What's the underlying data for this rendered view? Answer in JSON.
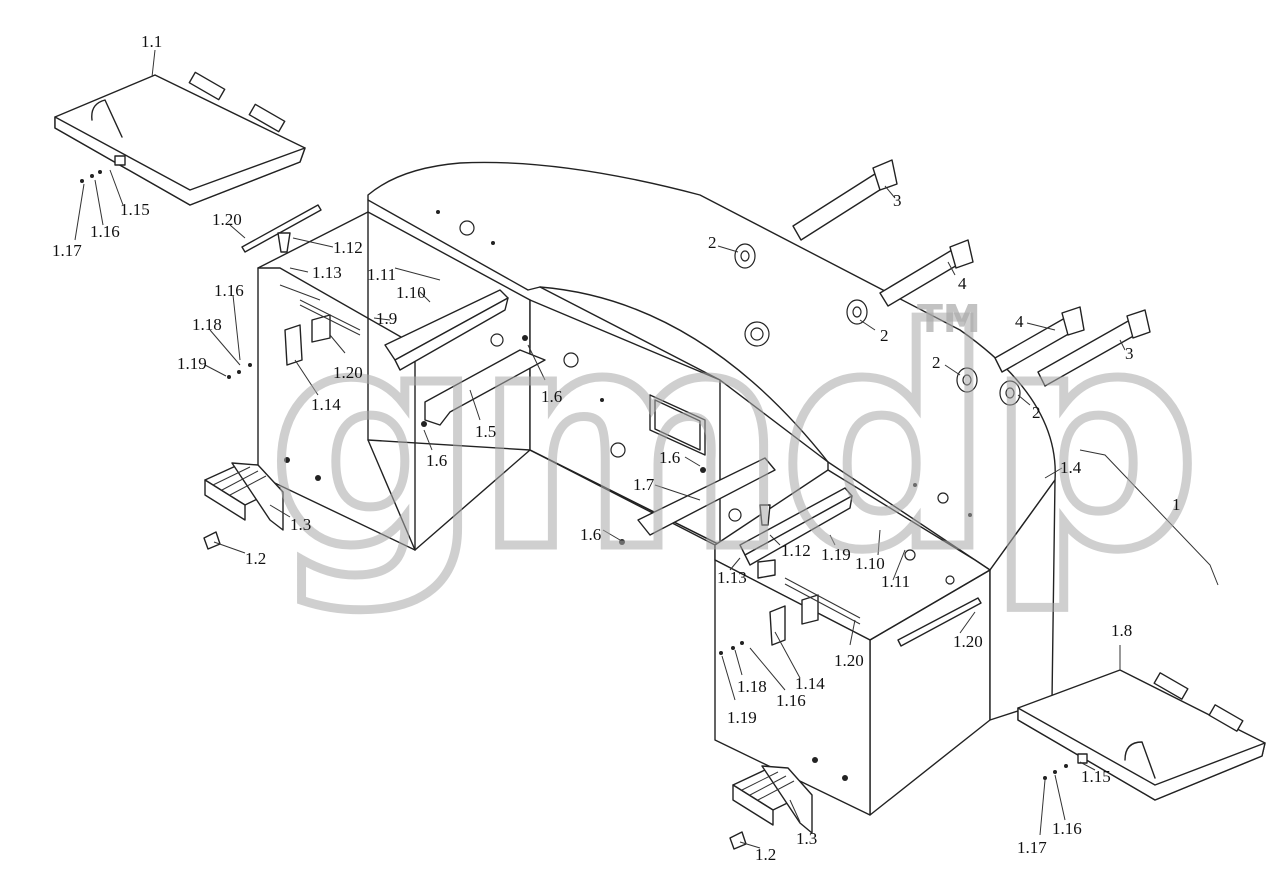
{
  "watermark": {
    "logo_text": "gmdp",
    "trademark": "TM"
  },
  "labels": {
    "l_1_1": "1.1",
    "l_1_15_a": "1.15",
    "l_1_16_a": "1.16",
    "l_1_17_a": "1.17",
    "l_1_20_a": "1.20",
    "l_1_12_a": "1.12",
    "l_1_13_a": "1.13",
    "l_1_11_a": "1.11",
    "l_1_10_a": "1.10",
    "l_1_9": "1.9",
    "l_1_16_b": "1.16",
    "l_1_18_a": "1.18",
    "l_1_19_a": "1.19",
    "l_1_20_b": "1.20",
    "l_1_14_a": "1.14",
    "l_1_5": "1.5",
    "l_1_6_a": "1.6",
    "l_1_6_b": "1.6",
    "l_1_3_a": "1.3",
    "l_1_2_a": "1.2",
    "l_3_a": "3",
    "l_2_a": "2",
    "l_4_a": "4",
    "l_2_b": "2",
    "l_4_b": "4",
    "l_3_b": "3",
    "l_2_c": "2",
    "l_2_d": "2",
    "l_1_4": "1.4",
    "l_1": "1",
    "l_1_6_c": "1.6",
    "l_1_7": "1.7",
    "l_1_6_d": "1.6",
    "l_1_12_b": "1.12",
    "l_1_19_b": "1.19",
    "l_1_10_b": "1.10",
    "l_1_11_b": "1.11",
    "l_1_13_b": "1.13",
    "l_1_20_c": "1.20",
    "l_1_20_d": "1.20",
    "l_1_18_b": "1.18",
    "l_1_16_c": "1.16",
    "l_1_14_b": "1.14",
    "l_1_19_c": "1.19",
    "l_1_8": "1.8",
    "l_1_15_b": "1.15",
    "l_1_16_d": "1.16",
    "l_1_17_b": "1.17",
    "l_1_3_b": "1.3",
    "l_1_2_b": "1.2"
  }
}
